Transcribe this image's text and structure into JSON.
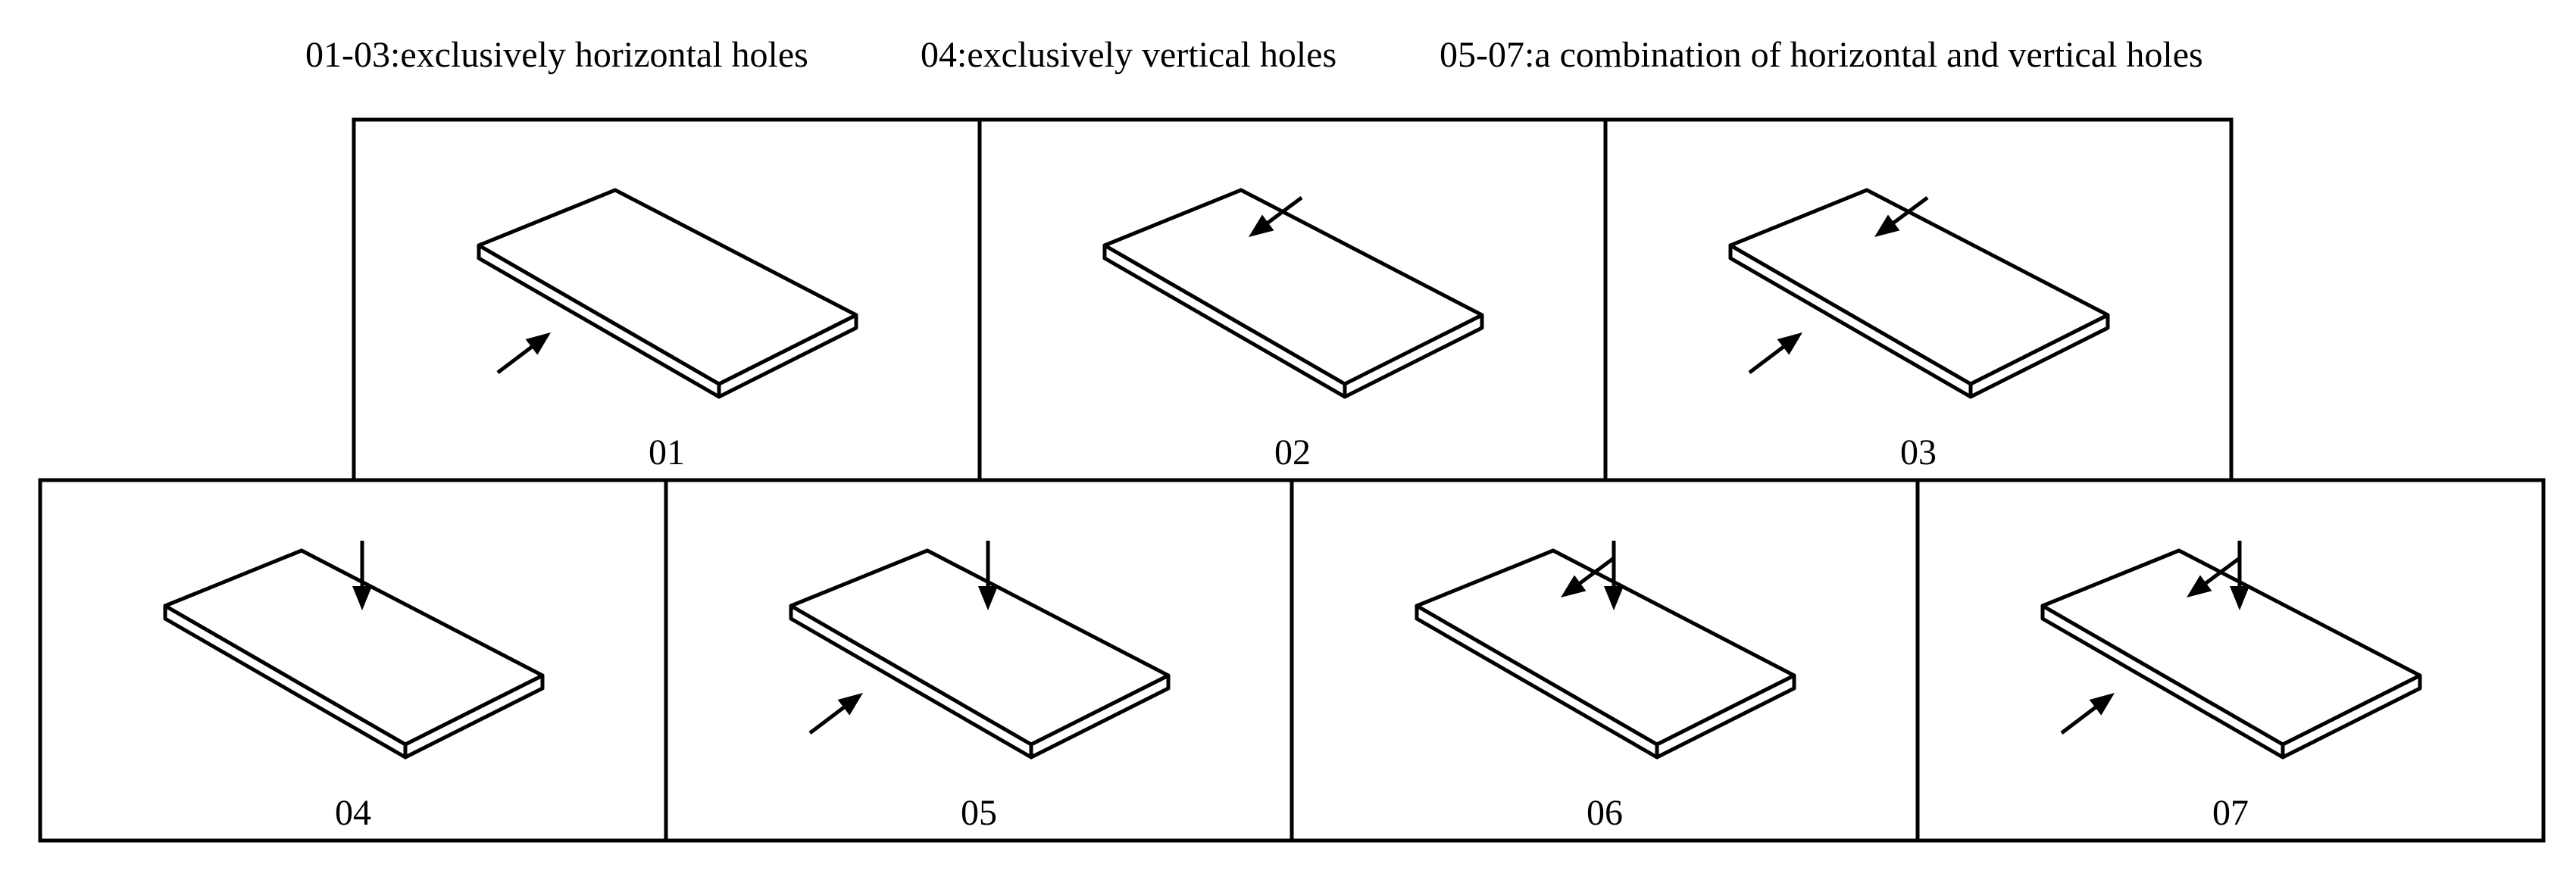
{
  "caption": {
    "horizontal_group": "01-03:exclusively horizontal holes",
    "vertical_group": "04:exclusively vertical holes",
    "combined_group": "05-07:a combination of horizontal and vertical holes"
  },
  "panels": [
    {
      "label": "01",
      "holes": [
        "horizontal-front"
      ]
    },
    {
      "label": "02",
      "holes": [
        "horizontal-back"
      ]
    },
    {
      "label": "03",
      "holes": [
        "horizontal-front",
        "horizontal-back"
      ]
    },
    {
      "label": "04",
      "holes": [
        "vertical"
      ]
    },
    {
      "label": "05",
      "holes": [
        "vertical",
        "horizontal-front"
      ]
    },
    {
      "label": "06",
      "holes": [
        "vertical",
        "horizontal-back"
      ]
    },
    {
      "label": "07",
      "holes": [
        "vertical",
        "horizontal-back",
        "horizontal-front"
      ]
    }
  ],
  "colors": {
    "line": "#000000",
    "background": "#ffffff"
  }
}
